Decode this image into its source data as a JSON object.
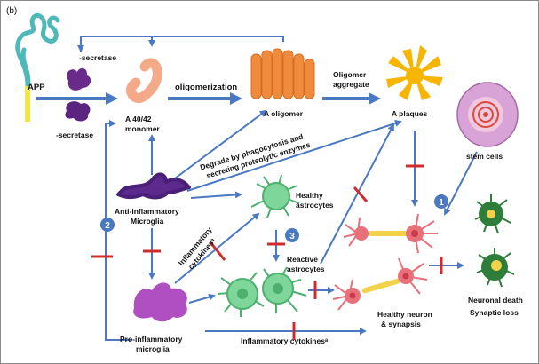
{
  "panel_label": "(b)",
  "labels": {
    "app": "APP",
    "beta_secretase": "-secretase",
    "gamma_secretase": "-secretase",
    "monomer_line1": "A   40/42",
    "monomer_line2": "monomer",
    "oligomerization": "oligomerization",
    "oligomer": "A    oligomer",
    "oligomer_aggregate_line1": "Oligomer",
    "oligomer_aggregate_line2": "aggregate",
    "plaques": "A    plaques",
    "degrade_line1": "Degrade by phagocytosis and",
    "degrade_line2": "secreting proteolytic enzymes",
    "stem_cells": "stem cells",
    "anti_inflammatory_line1": "Anti-inflammatory",
    "anti_inflammatory_line2": "Microglia",
    "inflammatory_cytokines_diag_line1": "Inflammatory",
    "inflammatory_cytokines_diag_line2": "cytokinesᵃ",
    "healthy_astrocytes_line1": "Healthy",
    "healthy_astrocytes_line2": "astrocytes",
    "reactive_astrocytes_line1": "Reactive",
    "reactive_astrocytes_line2": "astrocytes",
    "pro_inflammatory_line1": "Pro-inflammatory",
    "pro_inflammatory_line2": "microglia",
    "inflammatory_cytokines_bottom": "Inflammatory cytokinesᵃ",
    "healthy_neuron_line1": "Healthy neuron",
    "healthy_neuron_line2": "& synapsis",
    "neuronal_death": "Neuronal death",
    "synaptic_loss": "Synaptic loss"
  },
  "markers": [
    "1",
    "2",
    "3"
  ],
  "colors": {
    "arrow": "#4a78c2",
    "inhibit": "#d12b2b",
    "marker": "#4a78c2",
    "app_chain": "#4fb8b8",
    "app_stem": "#f2e640",
    "secretase": "#6a2a8a",
    "monomer": "#f4a988",
    "oligomer": "#f08a3c",
    "plaque": "#f7b500",
    "microglia_anti": "#5b2a8c",
    "microglia_pro": "#b04fc2",
    "astrocyte": "#7ed69a",
    "neuron": "#e8707a",
    "dead_neuron": "#2f7d3a",
    "stem_cell": "#d8a4d8"
  }
}
